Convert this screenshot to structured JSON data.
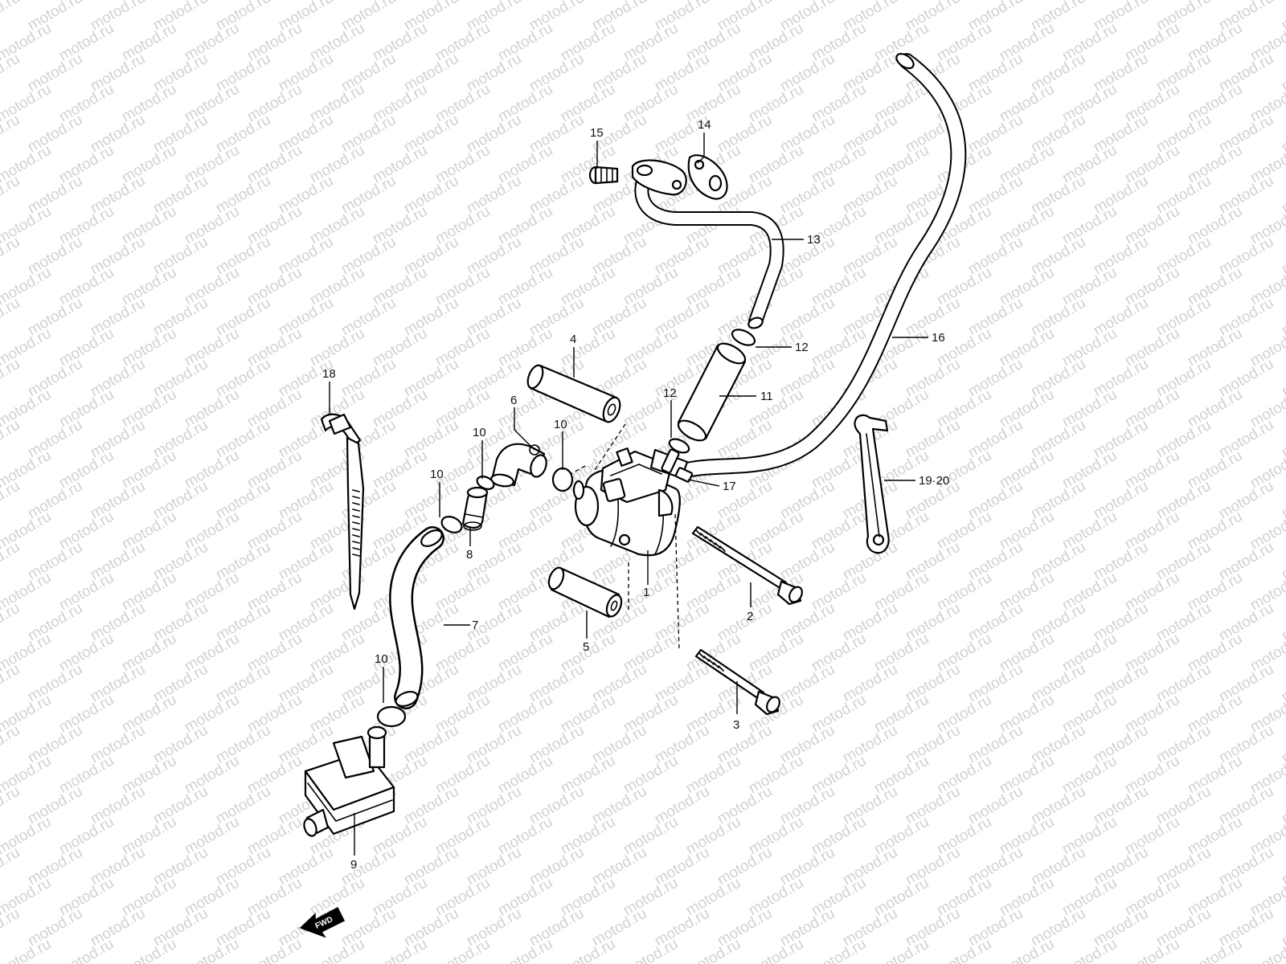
{
  "watermark": "motod.ru",
  "fwd_label": "FWD",
  "callouts": {
    "p1": "1",
    "p2": "2",
    "p3": "3",
    "p4": "4",
    "p5": "5",
    "p6": "6",
    "p7": "7",
    "p8": "8",
    "p9": "9",
    "p10a": "10",
    "p10b": "10",
    "p10c": "10",
    "p10d": "10",
    "p11": "11",
    "p12a": "12",
    "p12b": "12",
    "p13": "13",
    "p14": "14",
    "p15": "15",
    "p16": "16",
    "p17": "17",
    "p18": "18",
    "p19_20": "19·20"
  }
}
